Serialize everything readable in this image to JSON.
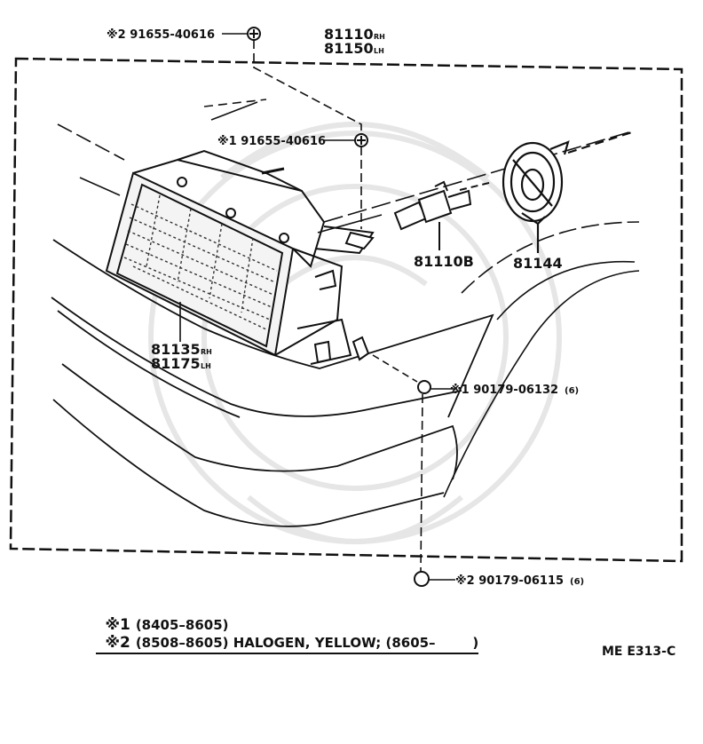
{
  "labels": {
    "top_clip": "※2 91655-40616",
    "assembly_rh": "81110",
    "assembly_rh_suffix": "RH",
    "assembly_lh": "81150",
    "assembly_lh_suffix": "LH",
    "inner_clip": "※1 91655-40616",
    "bulb": "81110B",
    "socket": "81144",
    "grille_rh": "81135",
    "grille_rh_suffix": "RH",
    "grille_lh": "81175",
    "grille_lh_suffix": "LH",
    "nut1": "※1 90179-06132",
    "nut1_qty": "(6)",
    "nut2": "※2 90179-06115",
    "nut2_qty": "(6)"
  },
  "notes": {
    "note1_mark": "※1",
    "note1_text": "(8405–8605)",
    "note2_mark": "※2",
    "note2_text": "(8508–8605) HALOGEN, YELLOW; (8605–        )"
  },
  "diagram_code": "ME E313-C"
}
